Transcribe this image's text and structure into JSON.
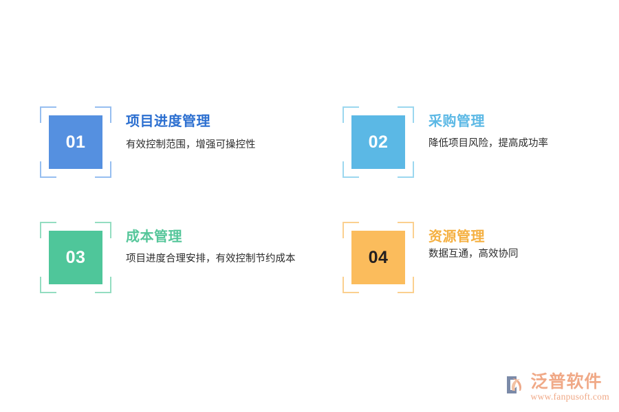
{
  "page": {
    "background_color": "#ffffff",
    "description_text_color": "#2b2b2b"
  },
  "features": [
    {
      "number": "01",
      "title": "项目进度管理",
      "description": "有效控制范围，增强可操控性",
      "square_color": "#5590e0",
      "frame_color": "#96bef0",
      "number_color": "#ffffff",
      "title_color": "#2c6fd0"
    },
    {
      "number": "02",
      "title": "采购管理",
      "description": "降低项目风险，提高成功率",
      "square_color": "#5bb8e5",
      "frame_color": "#9bd7ef",
      "number_color": "#ffffff",
      "title_color": "#5bb8e5"
    },
    {
      "number": "03",
      "title": "成本管理",
      "description": "项目进度合理安排，有效控制节约成本",
      "square_color": "#4fc69a",
      "frame_color": "#93ddc1",
      "number_color": "#ffffff",
      "title_color": "#55c69a"
    },
    {
      "number": "04",
      "title": "资源管理",
      "description": "数据互通，高效协同",
      "square_color": "#fbbc5c",
      "frame_color": "#fbd08f",
      "number_color": "#231f20",
      "title_color": "#f5b041"
    }
  ],
  "watermark": {
    "brand_name": "泛普软件",
    "url": "www.fanpusoft.com",
    "color": "#f0a987",
    "mark_blue": "#7b8aa8",
    "mark_peach": "#eda98a"
  }
}
